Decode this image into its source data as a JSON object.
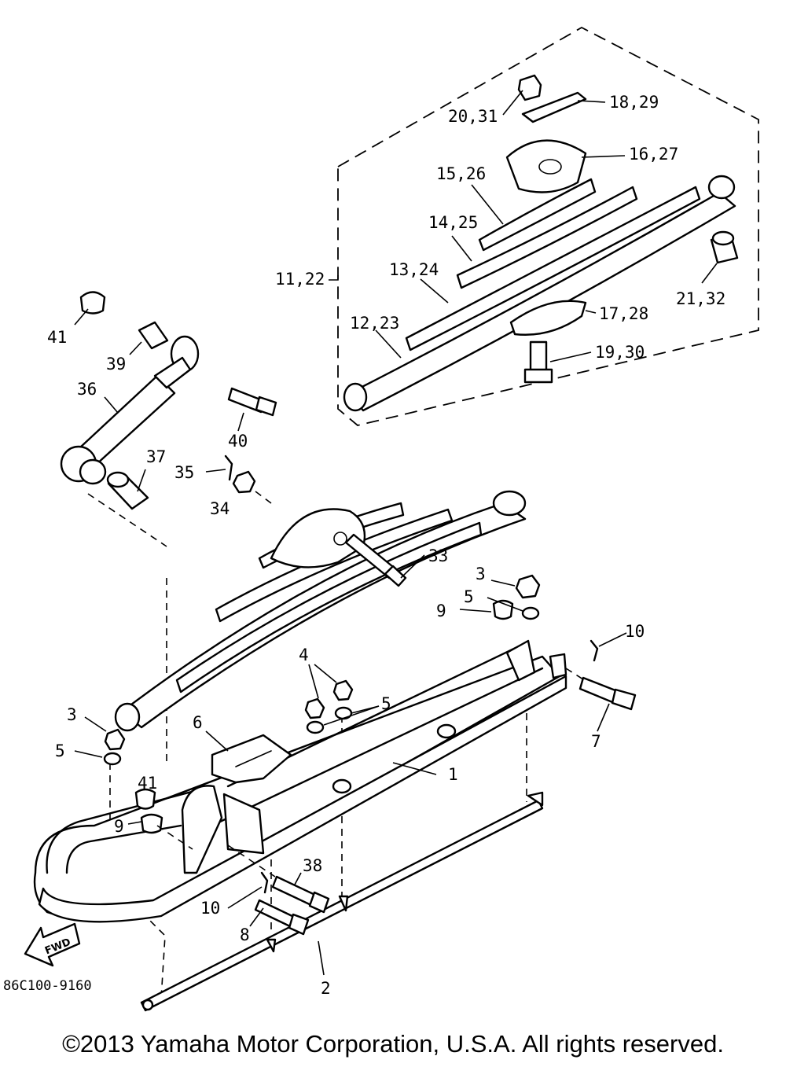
{
  "diagram": {
    "drawing_code": "86C100-9160",
    "fwd_label": "FWD",
    "callouts": {
      "c41a": "41",
      "c39": "39",
      "c36": "36",
      "c40": "40",
      "c37": "37",
      "c35": "35",
      "c34": "34",
      "c33": "33",
      "c20_31": "20,31",
      "c18_29": "18,29",
      "c16_27": "16,27",
      "c15_26": "15,26",
      "c14_25": "14,25",
      "c13_24": "13,24",
      "c11_22": "11,22",
      "c12_23": "12,23",
      "c21_32": "21,32",
      "c17_28": "17,28",
      "c19_30": "19,30",
      "c3a": "3",
      "c5a": "5",
      "c9a": "9",
      "c10a": "10",
      "c7": "7",
      "c4": "4",
      "c5b": "5",
      "c6": "6",
      "c3b": "3",
      "c5c": "5",
      "c41b": "41",
      "c9b": "9",
      "c1": "1",
      "c38": "38",
      "c10b": "10",
      "c8": "8",
      "c2": "2"
    }
  },
  "footer": {
    "copyright": "©2013 Yamaha Motor Corporation, U.S.A. All rights reserved."
  }
}
